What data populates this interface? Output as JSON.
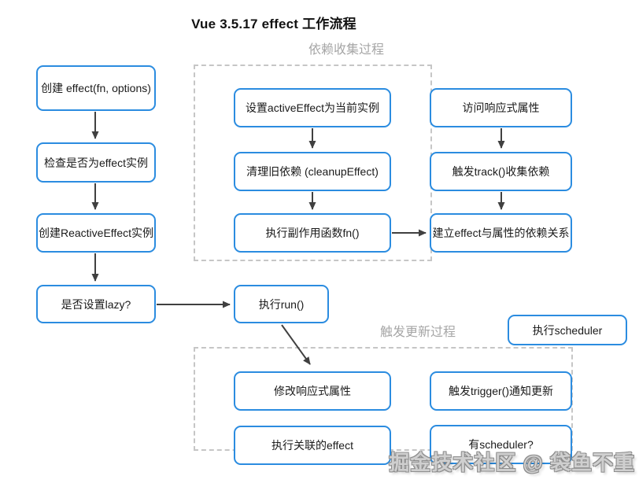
{
  "title": "Vue 3.5.17 effect 工作流程",
  "watermark": "掘金技术社区 @ 袋鱼不重",
  "colors": {
    "box_border": "#2b8ce0",
    "arrow": "#404040",
    "dashed_border": "#c6c6c6",
    "group_label_text": "#a6a6a6",
    "text": "#1a1a1a"
  },
  "groups": [
    {
      "id": "dependency-collection",
      "label": "依赖收集过程"
    },
    {
      "id": "trigger-update",
      "label": "触发更新过程"
    }
  ],
  "nodes": [
    {
      "id": "create-effect",
      "label": "创建 effect(fn, options)"
    },
    {
      "id": "check-instance",
      "label": "检查是否为effect实例"
    },
    {
      "id": "create-reactive-effect",
      "label": "创建ReactiveEffect实例"
    },
    {
      "id": "lazy-check",
      "label": "是否设置lazy?"
    },
    {
      "id": "set-active-effect",
      "label": "设置activeEffect为当前实例"
    },
    {
      "id": "cleanup-effect",
      "label": "清理旧依赖 (cleanupEffect)"
    },
    {
      "id": "run-side-effect-fn",
      "label": "执行副作用函数fn()"
    },
    {
      "id": "access-reactive-prop",
      "label": "访问响应式属性"
    },
    {
      "id": "track-deps",
      "label": "触发track()收集依赖"
    },
    {
      "id": "build-dep-relation",
      "label": "建立effect与属性的依赖关系"
    },
    {
      "id": "run",
      "label": "执行run()"
    },
    {
      "id": "run-scheduler",
      "label": "执行scheduler"
    },
    {
      "id": "modify-reactive-prop",
      "label": "修改响应式属性"
    },
    {
      "id": "run-related-effects",
      "label": "执行关联的effect"
    },
    {
      "id": "trigger-notify",
      "label": "触发trigger()通知更新"
    },
    {
      "id": "has-scheduler",
      "label": "有scheduler?"
    }
  ],
  "edges": [
    {
      "from": "create-effect",
      "to": "check-instance"
    },
    {
      "from": "check-instance",
      "to": "create-reactive-effect"
    },
    {
      "from": "create-reactive-effect",
      "to": "lazy-check"
    },
    {
      "from": "lazy-check",
      "to": "run"
    },
    {
      "from": "set-active-effect",
      "to": "cleanup-effect"
    },
    {
      "from": "cleanup-effect",
      "to": "run-side-effect-fn"
    },
    {
      "from": "run-side-effect-fn",
      "to": "build-dep-relation"
    },
    {
      "from": "access-reactive-prop",
      "to": "track-deps"
    },
    {
      "from": "track-deps",
      "to": "build-dep-relation"
    },
    {
      "from": "run",
      "to": "modify-reactive-prop"
    }
  ]
}
